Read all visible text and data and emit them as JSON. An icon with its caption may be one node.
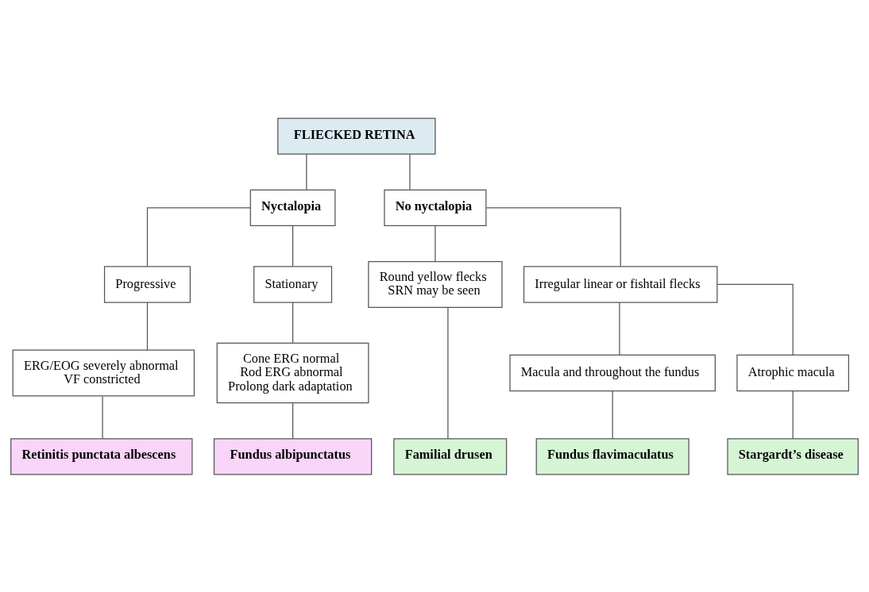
{
  "diagram": {
    "nodes": [
      {
        "text": [
          "FLIECKED RETINA"
        ]
      },
      {
        "text": [
          "Nyctalopia"
        ]
      },
      {
        "text": [
          "No nyctalopia"
        ]
      },
      {
        "text": [
          "Progressive"
        ]
      },
      {
        "text": [
          "Stationary"
        ]
      },
      {
        "text": [
          "Round yellow flecks",
          "SRN may be seen"
        ]
      },
      {
        "text": [
          "Irregular linear or fishtail flecks"
        ]
      },
      {
        "text": [
          "ERG/EOG severely abnormal",
          "VF constricted"
        ]
      },
      {
        "text": [
          "Cone ERG normal",
          "Rod ERG abnormal",
          "Prolong dark adaptation"
        ]
      },
      {
        "text": [
          "Macula and throughout the fundus"
        ]
      },
      {
        "text": [
          "Atrophic macula"
        ]
      },
      {
        "text": [
          "Retinitis punctata albescens"
        ]
      },
      {
        "text": [
          "Fundus albipunctatus"
        ]
      },
      {
        "text": [
          "Familial drusen"
        ]
      },
      {
        "text": [
          "Fundus flavimaculatus"
        ]
      },
      {
        "text": [
          "Stargardt’s disease"
        ]
      }
    ],
    "edges": [
      {
        "from": 0,
        "to": 1,
        "arrow": "none"
      },
      {
        "from": 0,
        "to": 2,
        "arrow": "none"
      },
      {
        "from": 1,
        "to": 3,
        "arrow": "none"
      },
      {
        "from": 1,
        "to": 4,
        "arrow": "none"
      },
      {
        "from": 2,
        "to": 5,
        "arrow": "none"
      },
      {
        "from": 2,
        "to": 6,
        "arrow": "none"
      },
      {
        "from": 3,
        "to": 7,
        "arrow": "none"
      },
      {
        "from": 4,
        "to": 8,
        "arrow": "none"
      },
      {
        "from": 5,
        "to": 13,
        "arrow": "none"
      },
      {
        "from": 6,
        "to": 9,
        "arrow": "none"
      },
      {
        "from": 6,
        "to": 10,
        "arrow": "none"
      },
      {
        "from": 7,
        "to": 11,
        "arrow": "none"
      },
      {
        "from": 8,
        "to": 12,
        "arrow": "none"
      },
      {
        "from": 9,
        "to": 14,
        "arrow": "none"
      },
      {
        "from": 10,
        "to": 15,
        "arrow": "none"
      }
    ]
  }
}
